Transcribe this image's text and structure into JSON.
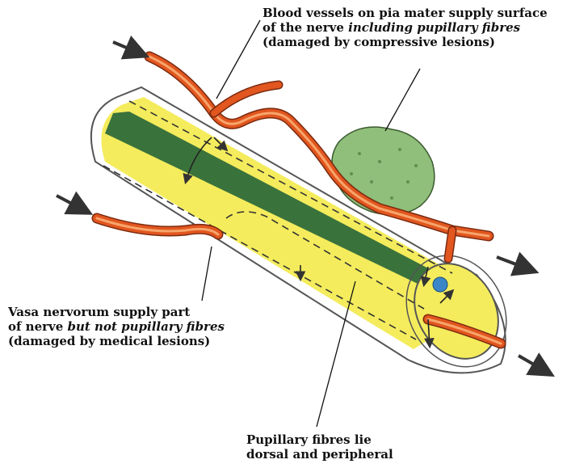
{
  "labels": {
    "top": {
      "line1": "Blood vessels on pia mater supply surface",
      "line2_prefix": "of the nerve ",
      "line2_italic": "including pupillary fibres",
      "line3": "(damaged by compressive lesions)"
    },
    "left": {
      "line1": "Vasa nervorum supply part",
      "line2_prefix": "of nerve ",
      "line2_italic": "but not pupillary fibres",
      "line3": "(damaged by medical lesions)"
    },
    "bottom": {
      "line1": "Pupillary fibres lie",
      "line2": "dorsal and peripheral"
    }
  },
  "colors": {
    "nerve_fill": "#f4ec5c",
    "pupillary_band": "#2f6b3a",
    "vessel": "#e2561f",
    "vessel_highlight": "#f6a56b",
    "lesion": "#8fbf7a",
    "pupil_dot": "#3a86c8",
    "arrow": "#3a3a3a"
  }
}
